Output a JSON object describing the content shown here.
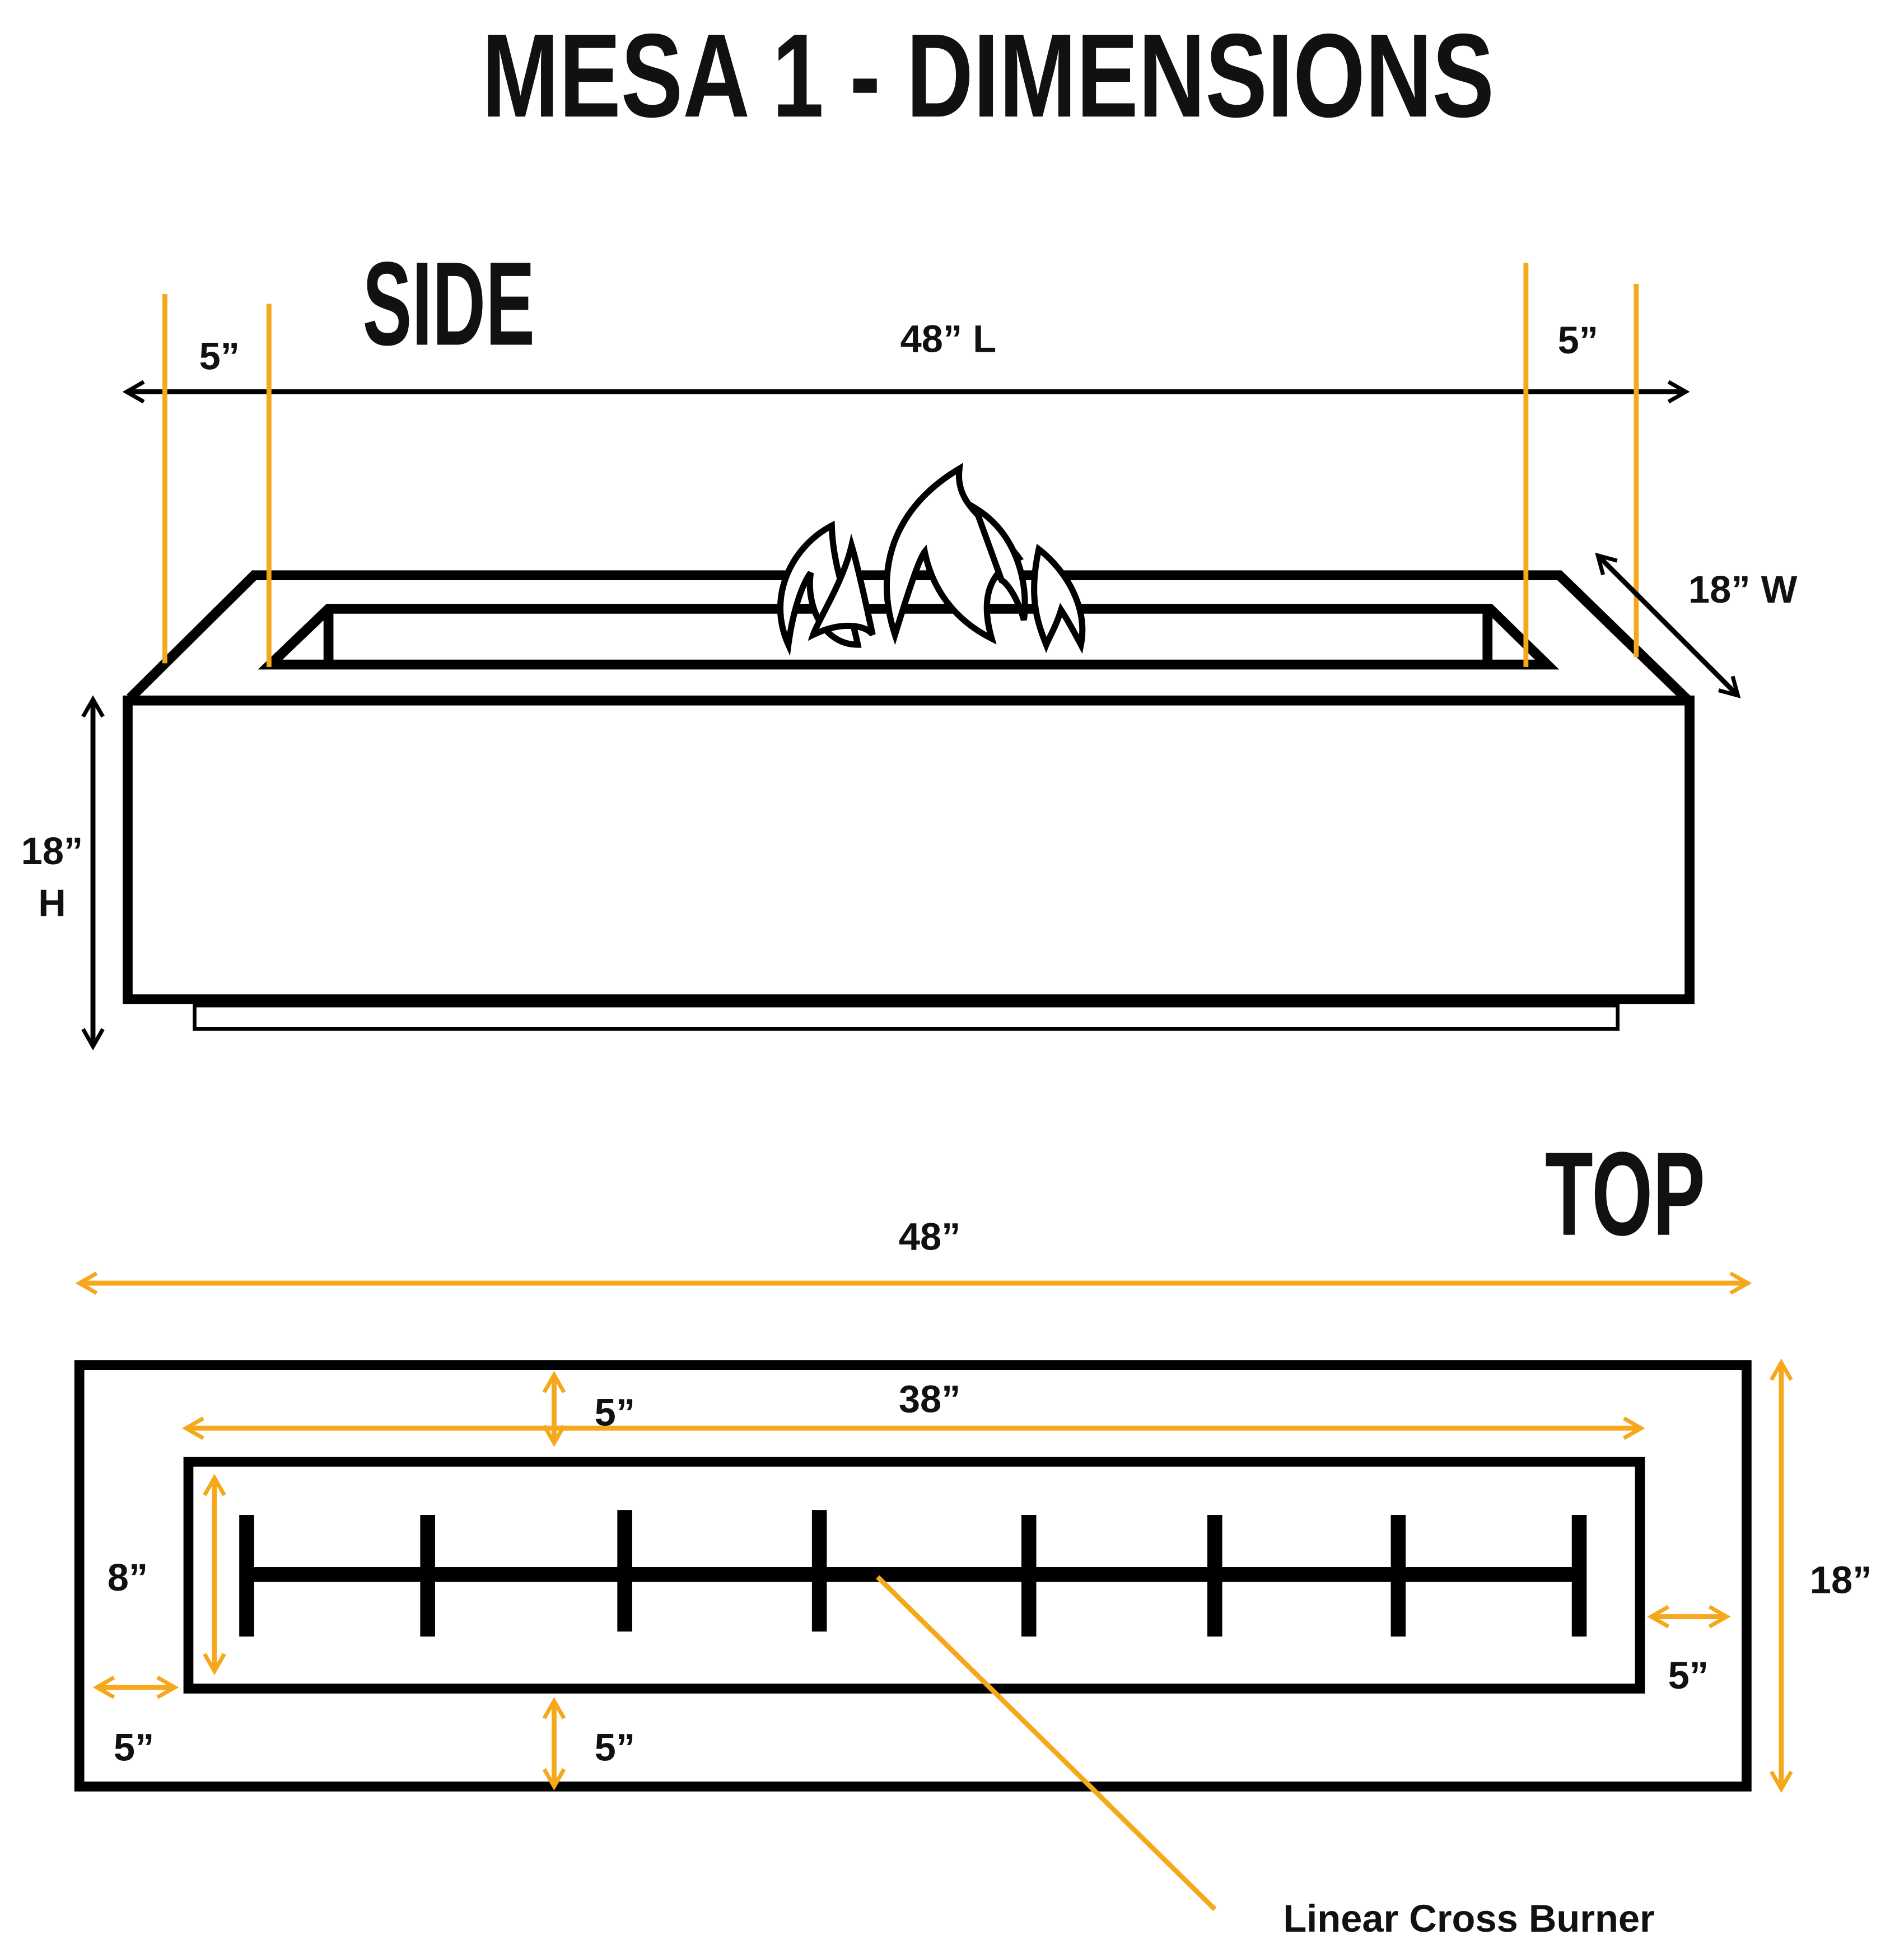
{
  "title": "MESA 1 - DIMENSIONS",
  "side_view": {
    "heading": "SIDE",
    "length_label": "48” L",
    "left_inset_label": "5”",
    "right_inset_label": "5”",
    "width_label": "18” W",
    "height_label_value": "18”",
    "height_label_unit": "H"
  },
  "top_view": {
    "heading": "TOP",
    "overall_length_label": "48”",
    "inner_length_label": "38”",
    "top_inset_label": "5”",
    "inner_width_label": "8”",
    "left_inset_label": "5”",
    "bottom_inset_label": "5”",
    "right_inset_label": "5”",
    "overall_width_label": "18”",
    "burner_label": "Linear Cross Burner"
  },
  "colors": {
    "accent": "#F5A81C",
    "line": "#000000"
  }
}
